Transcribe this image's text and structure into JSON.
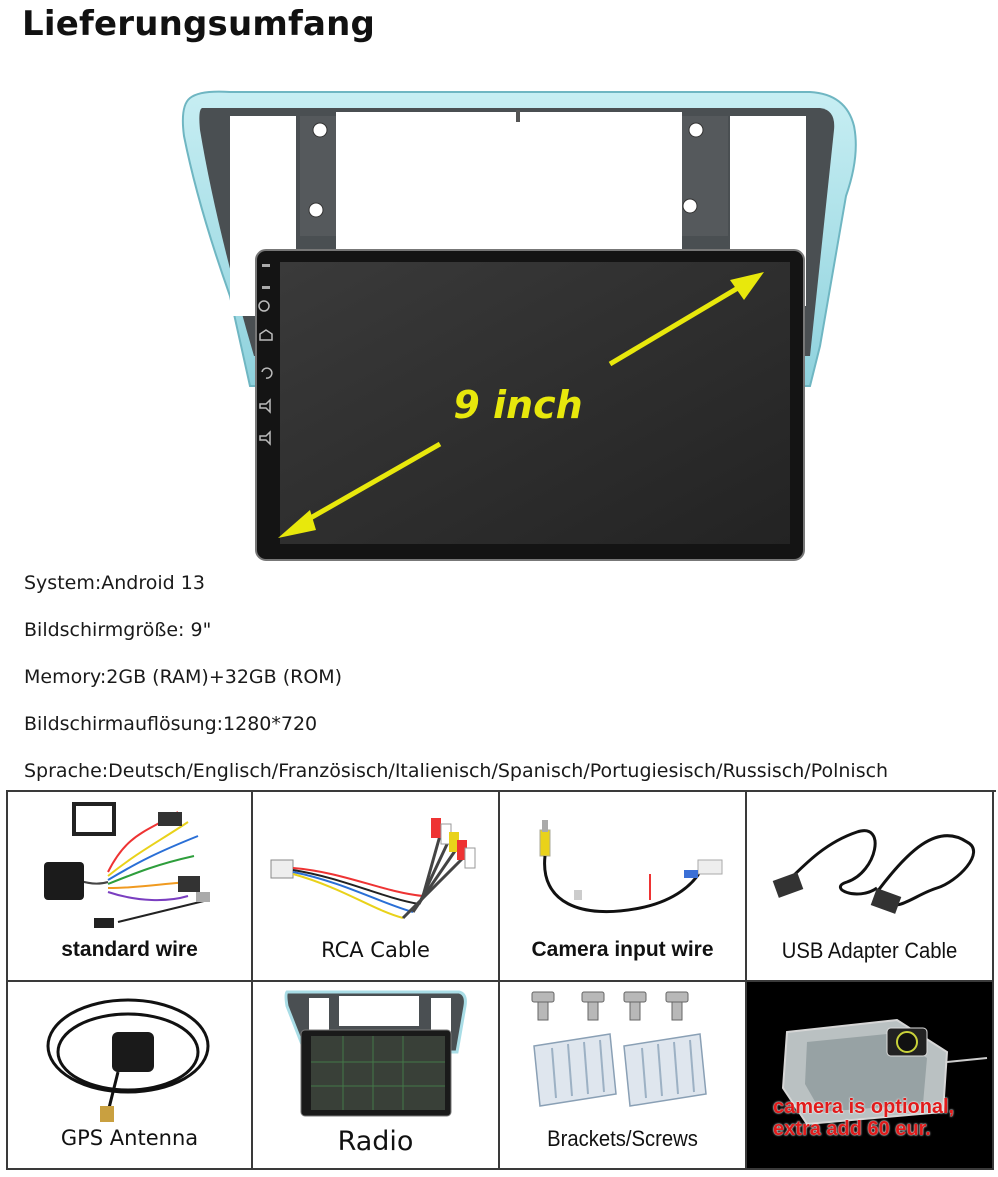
{
  "title": "Lieferungsumfang",
  "hero": {
    "screen_label": "9 inch",
    "arrow_color": "#e8e80c",
    "frame_color": "#a9dde6"
  },
  "specs": [
    "System:Android 13",
    "Bildschirmgröße: 9\"",
    "Memory:2GB (RAM)+32GB (ROM)",
    "Bildschirmauflösung:1280*720",
    "Sprache:Deutsch/Englisch/Französisch/Italienisch/Spanisch/Portugiesisch/Russisch/Polnisch"
  ],
  "items": [
    {
      "label": "standard wire",
      "icon": "wire-harness-icon"
    },
    {
      "label": "RCA Cable",
      "icon": "rca-cable-icon"
    },
    {
      "label": "Camera input wire",
      "icon": "camera-wire-icon"
    },
    {
      "label": "USB Adapter Cable",
      "icon": "usb-cable-icon"
    },
    {
      "label": "GPS Antenna",
      "icon": "gps-antenna-icon"
    },
    {
      "label": "Radio",
      "icon": "radio-unit-icon"
    },
    {
      "label": "Brackets/Screws",
      "icon": "brackets-screws-icon"
    }
  ],
  "camera_note": "camera is optional, extra add 60 eur.",
  "colors": {
    "note_red": "#e11b1b",
    "grid_border": "#3a3a3a"
  }
}
